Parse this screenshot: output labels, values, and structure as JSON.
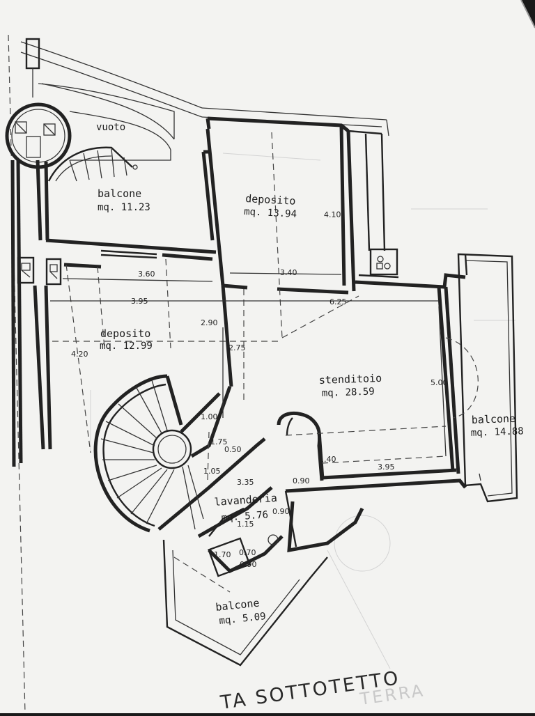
{
  "drawing": {
    "title": "TA SOTTOTETTO",
    "title_ghost": "TERRA",
    "void_label": "vuoto"
  },
  "rooms": [
    {
      "id": "balcone-1",
      "name": "balcone",
      "area": "mq. 11.23"
    },
    {
      "id": "deposito-1",
      "name": "deposito",
      "area": "mq. 13.94"
    },
    {
      "id": "deposito-2",
      "name": "deposito",
      "area": "mq. 12.99"
    },
    {
      "id": "stenditoio",
      "name": "stenditoio",
      "area": "mq. 28.59"
    },
    {
      "id": "balcone-2",
      "name": "balcone",
      "area": "mq. 14.88"
    },
    {
      "id": "lavanderia",
      "name": "lavanderia",
      "area": "mq. 5.76"
    },
    {
      "id": "balcone-3",
      "name": "balcone",
      "area": "mq. 5.09"
    }
  ],
  "dimensions": [
    "4.10",
    "3.60",
    "3.40",
    "3.95",
    "6.25",
    "2.90",
    "2.75",
    "4.20",
    "5.00",
    "1.00",
    "1.75",
    "0.50",
    "1.05",
    "3.35",
    "1.40",
    "3.95",
    "0.90",
    "0.90",
    "1.15",
    "1.70",
    "0.70",
    "0.90"
  ],
  "colors": {
    "paper": "#f3f3f1",
    "ink": "#222222",
    "background": "#1a1a1a"
  }
}
